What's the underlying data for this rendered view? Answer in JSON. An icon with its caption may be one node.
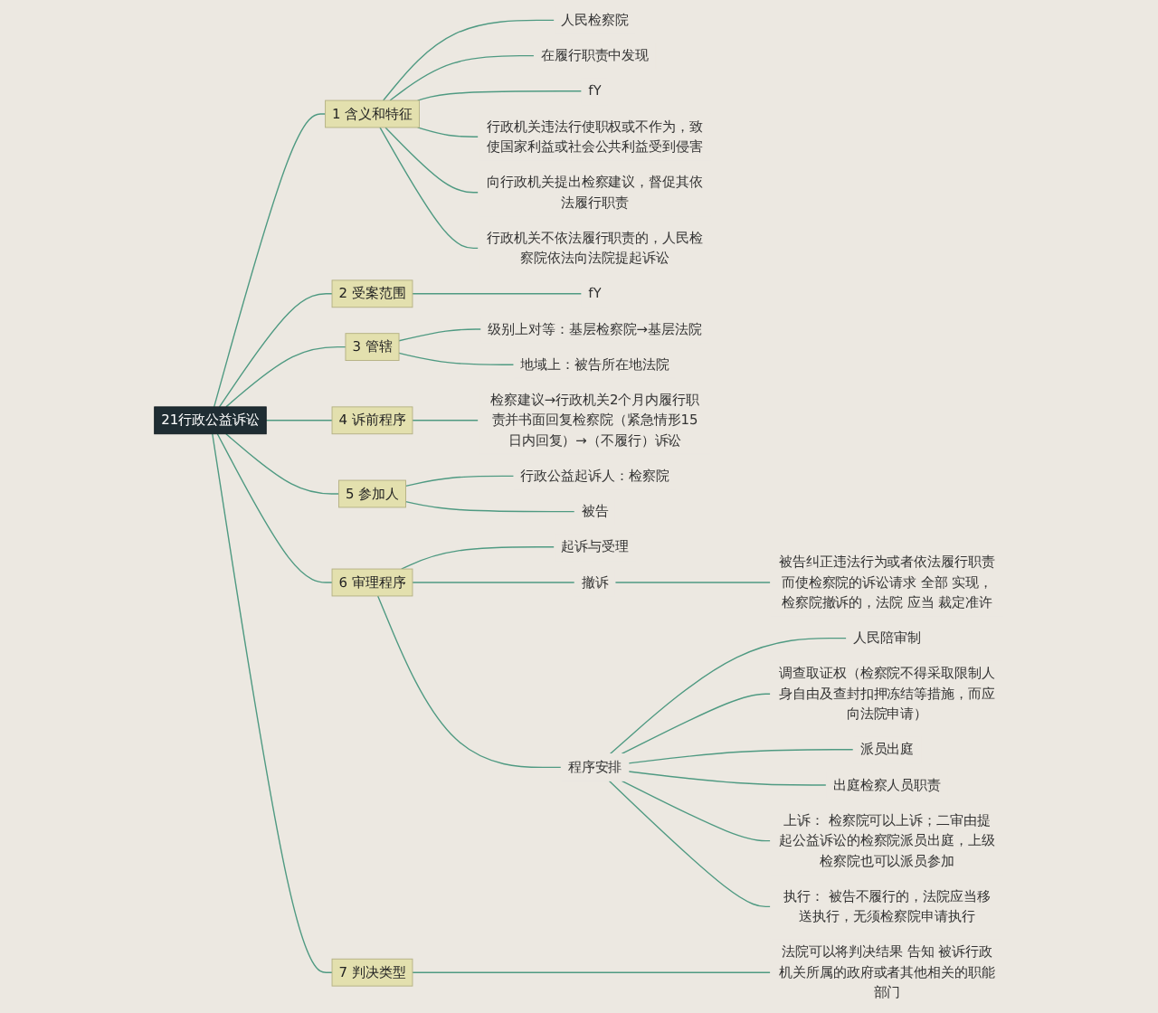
{
  "diagram": {
    "nodes": [
      {
        "text": [
          "21行政公益诉讼"
        ]
      },
      {
        "text": [
          "1 含义和特征"
        ]
      },
      {
        "text": [
          "人民检察院"
        ]
      },
      {
        "text": [
          "在履行职责中发现"
        ]
      },
      {
        "text": [
          "fY"
        ]
      },
      {
        "text": [
          "行政机关违法行使职权或不作为，致使国家利益或社会公共利益受到侵害"
        ]
      },
      {
        "text": [
          "向行政机关提出检察建议，督促其依法履行职责"
        ]
      },
      {
        "text": [
          "行政机关不依法履行职责的，人民检察院依法向法院提起诉讼"
        ]
      },
      {
        "text": [
          "2 受案范围"
        ]
      },
      {
        "text": [
          "fY"
        ]
      },
      {
        "text": [
          "3 管辖"
        ]
      },
      {
        "text": [
          "级别上对等：基层检察院→基层法院"
        ]
      },
      {
        "text": [
          "地域上：被告所在地法院"
        ]
      },
      {
        "text": [
          "4 诉前程序"
        ]
      },
      {
        "text": [
          "检察建议→行政机关2个月内履行职责并书面回复检察院（紧急情形15日内回复）→（不履行）诉讼"
        ]
      },
      {
        "text": [
          "5 参加人"
        ]
      },
      {
        "text": [
          "行政公益起诉人：检察院"
        ]
      },
      {
        "text": [
          "被告"
        ]
      },
      {
        "text": [
          "6 审理程序"
        ]
      },
      {
        "text": [
          "起诉与受理"
        ]
      },
      {
        "text": [
          "撤诉"
        ]
      },
      {
        "text": [
          "被告纠正违法行为或者依法履行职责而使检察院的诉讼请求 全部 实现，检察院撤诉的，法院 应当 裁定准许"
        ]
      },
      {
        "text": [
          "程序安排"
        ]
      },
      {
        "text": [
          "人民陪审制"
        ]
      },
      {
        "text": [
          "调查取证权（检察院不得采取限制人身自由及查封扣押冻结等措施，而应向法院申请）"
        ]
      },
      {
        "text": [
          "派员出庭"
        ]
      },
      {
        "text": [
          "出庭检察人员职责"
        ]
      },
      {
        "text": [
          "上诉： 检察院可以上诉；二审由提起公益诉讼的检察院派员出庭，上级检察院也可以派员参加"
        ]
      },
      {
        "text": [
          "执行： 被告不履行的，法院应当移送执行，无须检察院申请执行"
        ]
      },
      {
        "text": [
          "7 判决类型"
        ]
      },
      {
        "text": [
          "法院可以将判决结果 告知 被诉行政机关所属的政府或者其他相关的职能部门"
        ]
      }
    ],
    "edges": [
      {
        "from": 0,
        "to": 1,
        "arrow": "none"
      },
      {
        "from": 1,
        "to": 2,
        "arrow": "none"
      },
      {
        "from": 1,
        "to": 3,
        "arrow": "none"
      },
      {
        "from": 1,
        "to": 4,
        "arrow": "none"
      },
      {
        "from": 1,
        "to": 5,
        "arrow": "none"
      },
      {
        "from": 1,
        "to": 6,
        "arrow": "none"
      },
      {
        "from": 1,
        "to": 7,
        "arrow": "none"
      },
      {
        "from": 0,
        "to": 8,
        "arrow": "none"
      },
      {
        "from": 8,
        "to": 9,
        "arrow": "none"
      },
      {
        "from": 0,
        "to": 10,
        "arrow": "none"
      },
      {
        "from": 10,
        "to": 11,
        "arrow": "none"
      },
      {
        "from": 10,
        "to": 12,
        "arrow": "none"
      },
      {
        "from": 0,
        "to": 13,
        "arrow": "none"
      },
      {
        "from": 13,
        "to": 14,
        "arrow": "none"
      },
      {
        "from": 0,
        "to": 15,
        "arrow": "none"
      },
      {
        "from": 15,
        "to": 16,
        "arrow": "none"
      },
      {
        "from": 15,
        "to": 17,
        "arrow": "none"
      },
      {
        "from": 0,
        "to": 18,
        "arrow": "none"
      },
      {
        "from": 18,
        "to": 19,
        "arrow": "none"
      },
      {
        "from": 18,
        "to": 20,
        "arrow": "none"
      },
      {
        "from": 20,
        "to": 21,
        "arrow": "none"
      },
      {
        "from": 18,
        "to": 22,
        "arrow": "none"
      },
      {
        "from": 22,
        "to": 23,
        "arrow": "none"
      },
      {
        "from": 22,
        "to": 24,
        "arrow": "none"
      },
      {
        "from": 22,
        "to": 25,
        "arrow": "none"
      },
      {
        "from": 22,
        "to": 26,
        "arrow": "none"
      },
      {
        "from": 22,
        "to": 27,
        "arrow": "none"
      },
      {
        "from": 22,
        "to": 28,
        "arrow": "none"
      },
      {
        "from": 0,
        "to": 29,
        "arrow": "none"
      },
      {
        "from": 29,
        "to": 30,
        "arrow": "none"
      }
    ]
  }
}
